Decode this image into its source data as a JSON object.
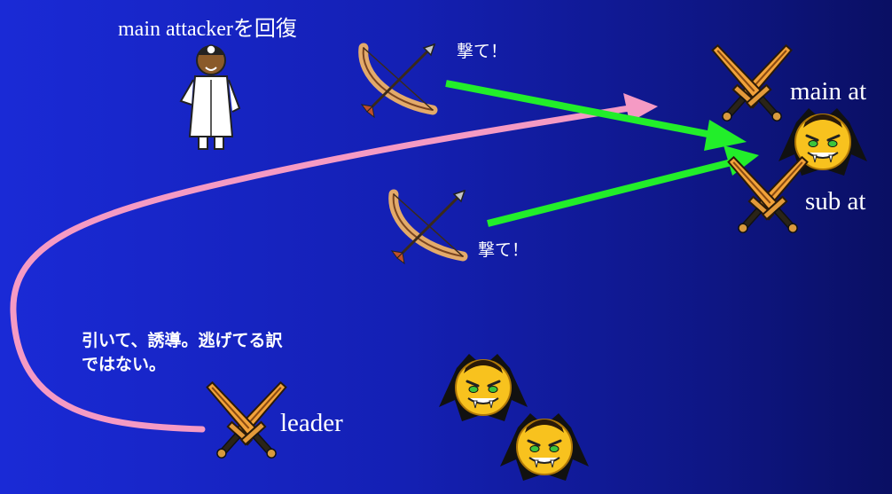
{
  "labels": {
    "healer": "main attackerを回復",
    "shoot_top": "撃て！",
    "shoot_bottom": "撃て！",
    "main_attacker": "main at",
    "sub_attacker": "sub at",
    "lure_line1": "引いて、誘導。逃げてる訳",
    "lure_line2": "ではない。",
    "leader": "leader"
  },
  "colors": {
    "background_left": "#1a2ad6",
    "background_right": "#0a0f63",
    "shot_arrow": "#22ee2a",
    "lure_path": "#f59ac4",
    "label_text": "#ffffff"
  },
  "icons": {
    "healer": "doctor-icon",
    "archer": "bow-and-arrow-icon",
    "warrior": "crossed-swords-icon",
    "enemy": "vampire-face-icon"
  }
}
